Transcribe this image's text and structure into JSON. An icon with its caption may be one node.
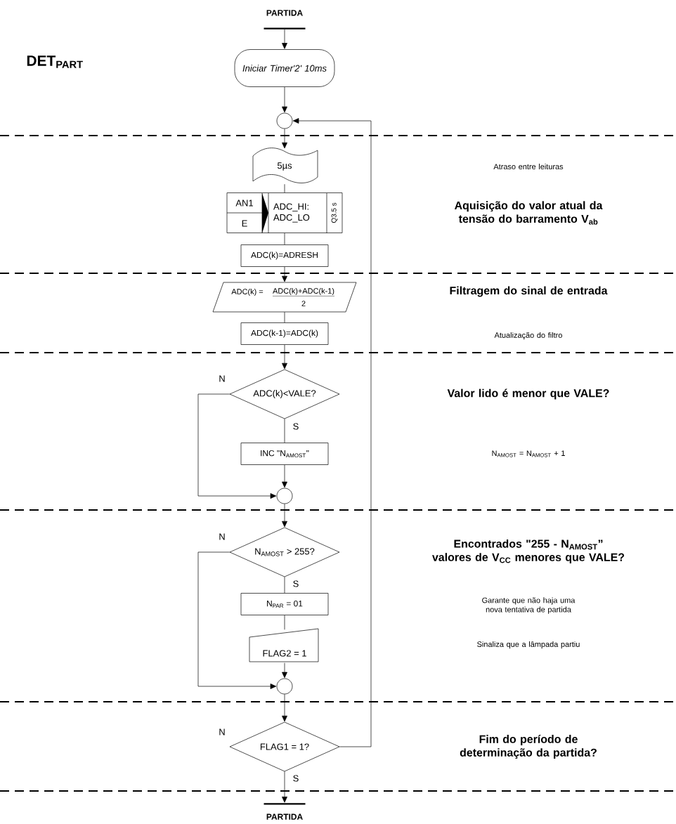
{
  "diagram": {
    "title": "DET$_{PART}$",
    "nodes": [
      {
        "text": [
          "PARTIDA"
        ]
      },
      {
        "text": [
          "Iniciar Timer'2' 10ms"
        ]
      },
      {
        "text": [],
        "shape": "circle"
      },
      {
        "text": [
          "5µs"
        ]
      },
      {
        "text": [
          "AN1",
          "E",
          "ADC_HI: ADC_LO",
          "Q3.5 s"
        ]
      },
      {
        "text": [
          "ADC(k)=ADRESH"
        ]
      },
      {
        "text": [
          "ADC(k) =",
          "ADC(k)+ADC(k-1)",
          "2"
        ]
      },
      {
        "text": [
          "ADC(k-1)=ADC(k)"
        ]
      },
      {
        "text": [
          "ADC(k)<VALE?"
        ]
      },
      {
        "text": [
          "INC \"N$_{AMOST}$\""
        ]
      },
      {
        "text": [],
        "shape": "circle"
      },
      {
        "text": [
          "N$_{AMOST}$ > 255?"
        ]
      },
      {
        "text": [
          "N$_{PAR}$ = 01"
        ]
      },
      {
        "text": [
          "FLAG2 = 1"
        ]
      },
      {
        "text": [],
        "shape": "circle"
      },
      {
        "text": [
          "FLAG1 = 1?"
        ]
      },
      {
        "text": [
          "PARTIDA"
        ]
      }
    ],
    "edges": [
      {
        "from": 0,
        "to": 1,
        "arrow": "to"
      },
      {
        "from": 1,
        "to": 2,
        "arrow": "to"
      },
      {
        "from": 2,
        "to": 3,
        "arrow": "to"
      },
      {
        "from": 3,
        "to": 4,
        "arrow": "none"
      },
      {
        "from": 4,
        "to": 5,
        "arrow": "none"
      },
      {
        "from": 5,
        "to": 6,
        "arrow": "to"
      },
      {
        "from": 6,
        "to": 7,
        "arrow": "none"
      },
      {
        "from": 7,
        "to": 8,
        "arrow": "to"
      },
      {
        "from": 8,
        "to": 9,
        "arrow": "none",
        "label": "S"
      },
      {
        "from": 9,
        "to": 10,
        "arrow": "to"
      },
      {
        "from": 8,
        "to": 10,
        "arrow": "to",
        "label": "N"
      },
      {
        "from": 10,
        "to": 11,
        "arrow": "to"
      },
      {
        "from": 11,
        "to": 12,
        "arrow": "none",
        "label": "S"
      },
      {
        "from": 12,
        "to": 13,
        "arrow": "none"
      },
      {
        "from": 13,
        "to": 14,
        "arrow": "to"
      },
      {
        "from": 11,
        "to": 14,
        "arrow": "to",
        "label": "N"
      },
      {
        "from": 14,
        "to": 15,
        "arrow": "to"
      },
      {
        "from": 15,
        "to": 16,
        "arrow": "to",
        "label": "S"
      },
      {
        "from": 15,
        "to": 2,
        "arrow": "to"
      }
    ],
    "labels": [
      "Atraso entre leituras",
      "Aquisição do valor atual da tensão do barramento V$_{ab}$",
      "Filtragem do sinal de entrada",
      "Atualização do filtro",
      "Valor lido é menor que VALE?",
      "N$_{AMOST}$ = N$_{AMOST}$ + 1",
      "Encontrados \"255 - N$_{AMOST}$” valores de V$_{CC}$ menores que VALE?",
      "Garante que não haja uma nova tentativa de partida",
      "Sinaliza que a lâmpada partiu",
      "N",
      "Fim do período de determinação da partida?"
    ]
  }
}
